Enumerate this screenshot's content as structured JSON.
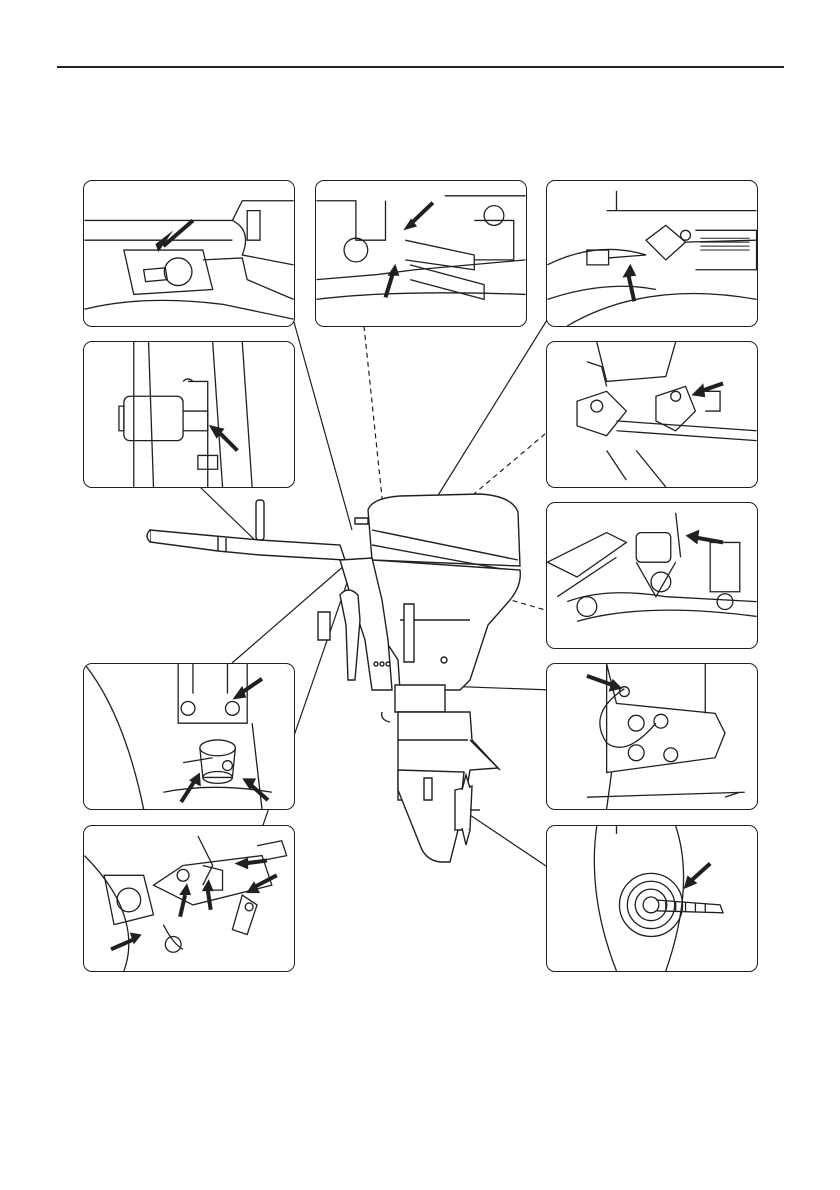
{
  "page": {
    "header_text": "",
    "footer_text": ""
  },
  "illustration": {
    "subject": "outboard-motor",
    "detail_views": [
      {
        "id": "p1",
        "icon": "grease-nipple-tiller-icon"
      },
      {
        "id": "p2",
        "icon": "throttle-cable-icon"
      },
      {
        "id": "p3",
        "icon": "fuel-line-connector-icon"
      },
      {
        "id": "p4",
        "icon": "tiller-pivot-icon"
      },
      {
        "id": "p5",
        "icon": "carburetor-linkage-icon"
      },
      {
        "id": "p6",
        "icon": "starter-linkage-icon"
      },
      {
        "id": "p7",
        "icon": "steering-bracket-icon"
      },
      {
        "id": "p8",
        "icon": "shift-rod-icon"
      },
      {
        "id": "p9",
        "icon": "clamp-bracket-icon"
      },
      {
        "id": "p10",
        "icon": "propeller-shaft-icon"
      }
    ],
    "colors": {
      "line": "#231f20",
      "background": "#ffffff"
    }
  }
}
